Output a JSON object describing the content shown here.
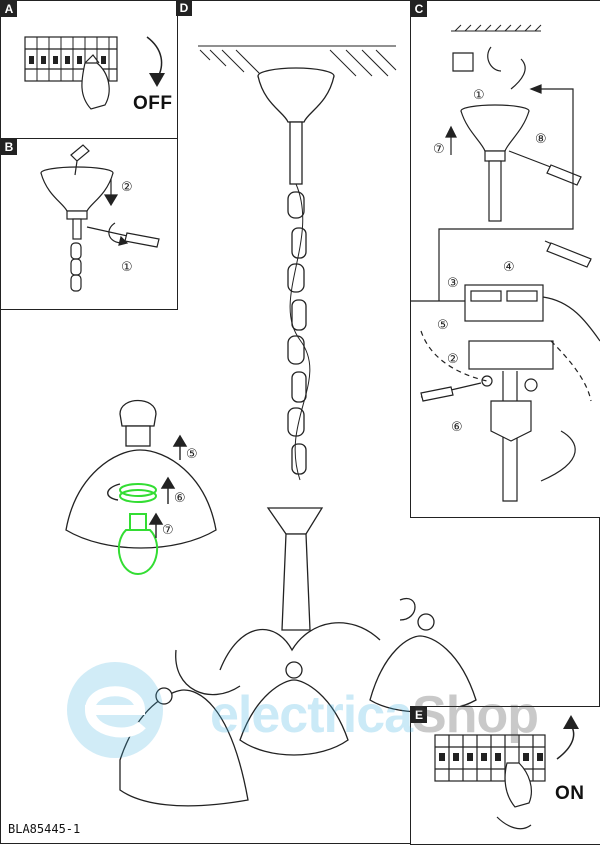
{
  "panels": {
    "a": {
      "letter": "A",
      "state_label": "OFF"
    },
    "b": {
      "letter": "B"
    },
    "c": {
      "letter": "C"
    },
    "d": {
      "letter": "D"
    },
    "e": {
      "letter": "E",
      "state_label": "ON"
    }
  },
  "callouts": {
    "b": [
      "②",
      "①"
    ],
    "c_top": [
      "①",
      "⑦",
      "⑧"
    ],
    "c_wiring": [
      "③",
      "④",
      "⑤",
      "②",
      "⑥"
    ],
    "bulb": [
      "⑤",
      "⑥",
      "⑦"
    ]
  },
  "footer": {
    "model_code": "BLA85445-1"
  },
  "watermark": {
    "brand_prefix": "electrica",
    "brand_suffix": "Shop"
  },
  "colors": {
    "line": "#222222",
    "bulb_highlight": "#33dd33",
    "watermark_blue": "#46b4e1"
  }
}
